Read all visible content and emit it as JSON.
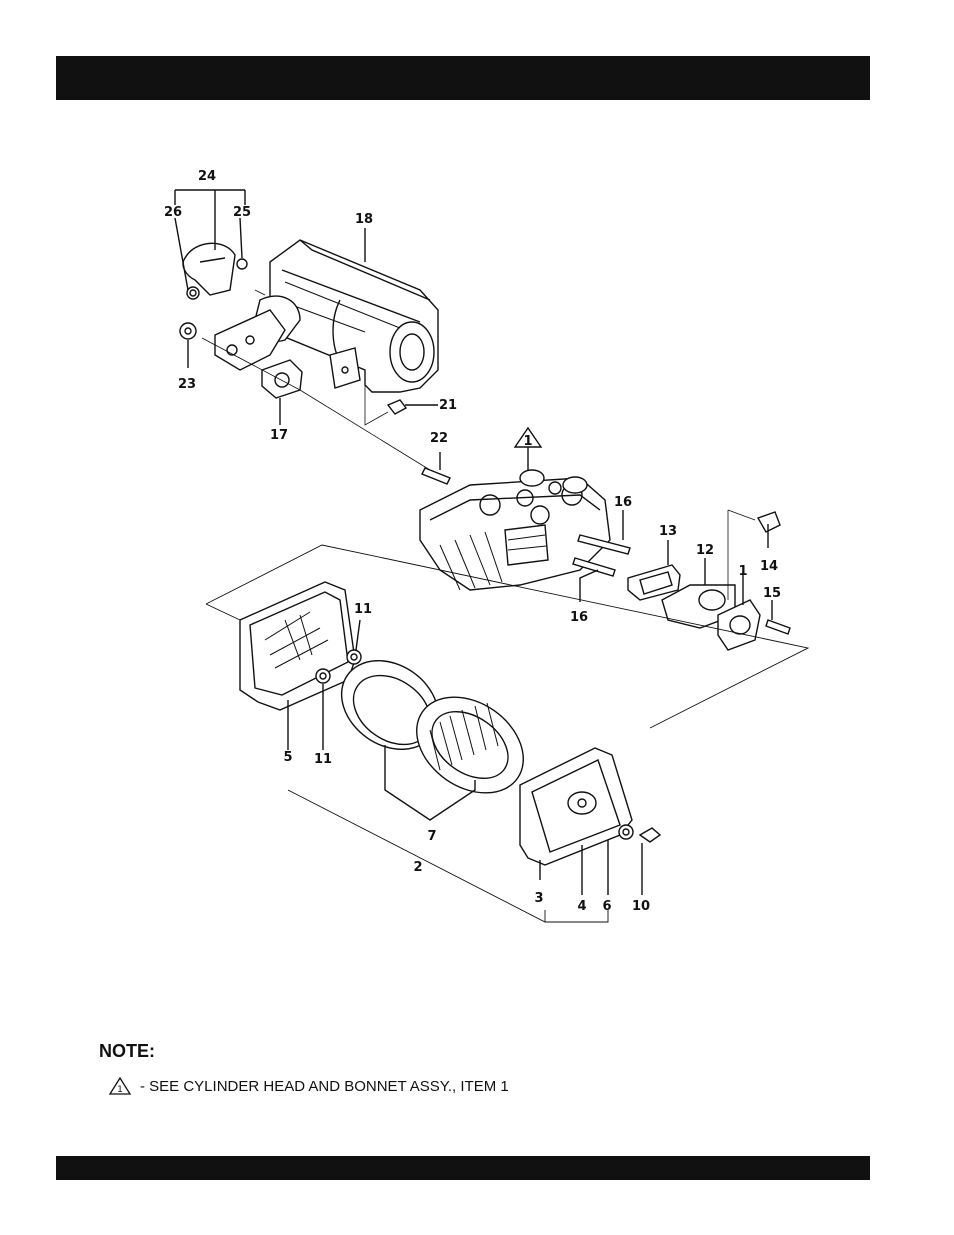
{
  "note": {
    "title": "NOTE:",
    "symbol": "1",
    "text": "- SEE CYLINDER HEAD AND BONNET ASSY., ITEM 1"
  },
  "diagram": {
    "callout_symbol": "1",
    "labels": [
      "24",
      "26",
      "25",
      "18",
      "23",
      "21",
      "17",
      "22",
      "16",
      "13",
      "12",
      "14",
      "16",
      "1",
      "15",
      "11",
      "11",
      "5",
      "7",
      "2",
      "3",
      "4",
      "6",
      "10"
    ]
  }
}
